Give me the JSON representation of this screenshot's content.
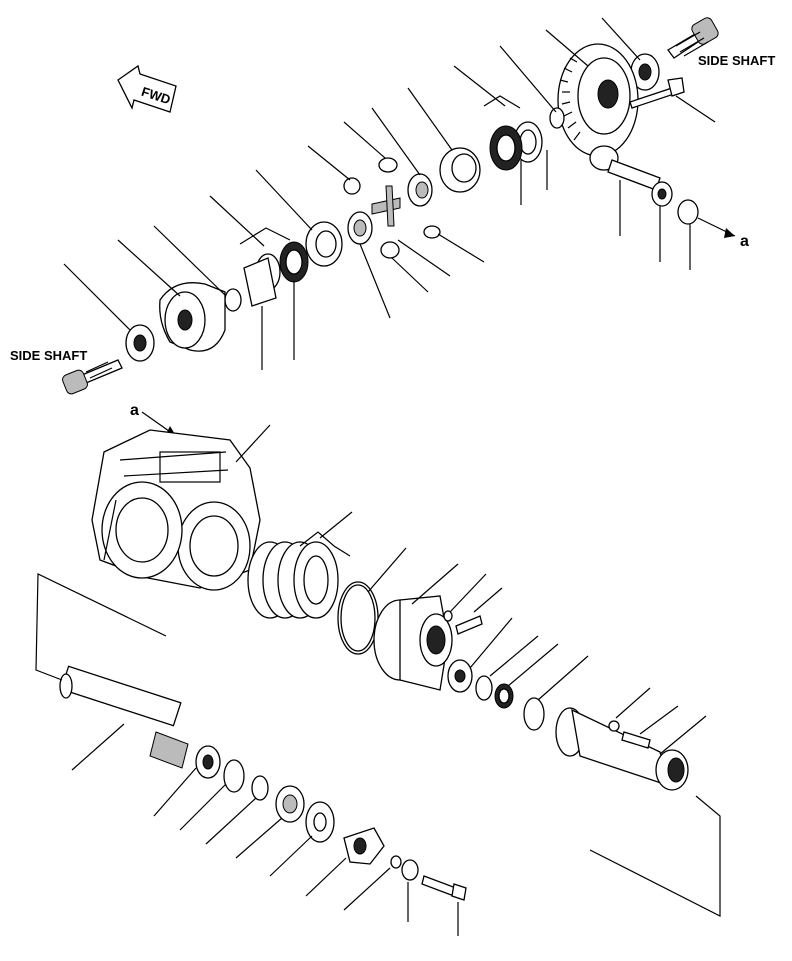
{
  "diagram": {
    "labels": {
      "side_shaft_top": "SIDE SHAFT",
      "side_shaft_left": "SIDE SHAFT",
      "ref_a_right": "a",
      "ref_a_housing": "a",
      "fwd": "FWD"
    },
    "style": {
      "ink": "#000000",
      "paper": "#ffffff"
    }
  }
}
